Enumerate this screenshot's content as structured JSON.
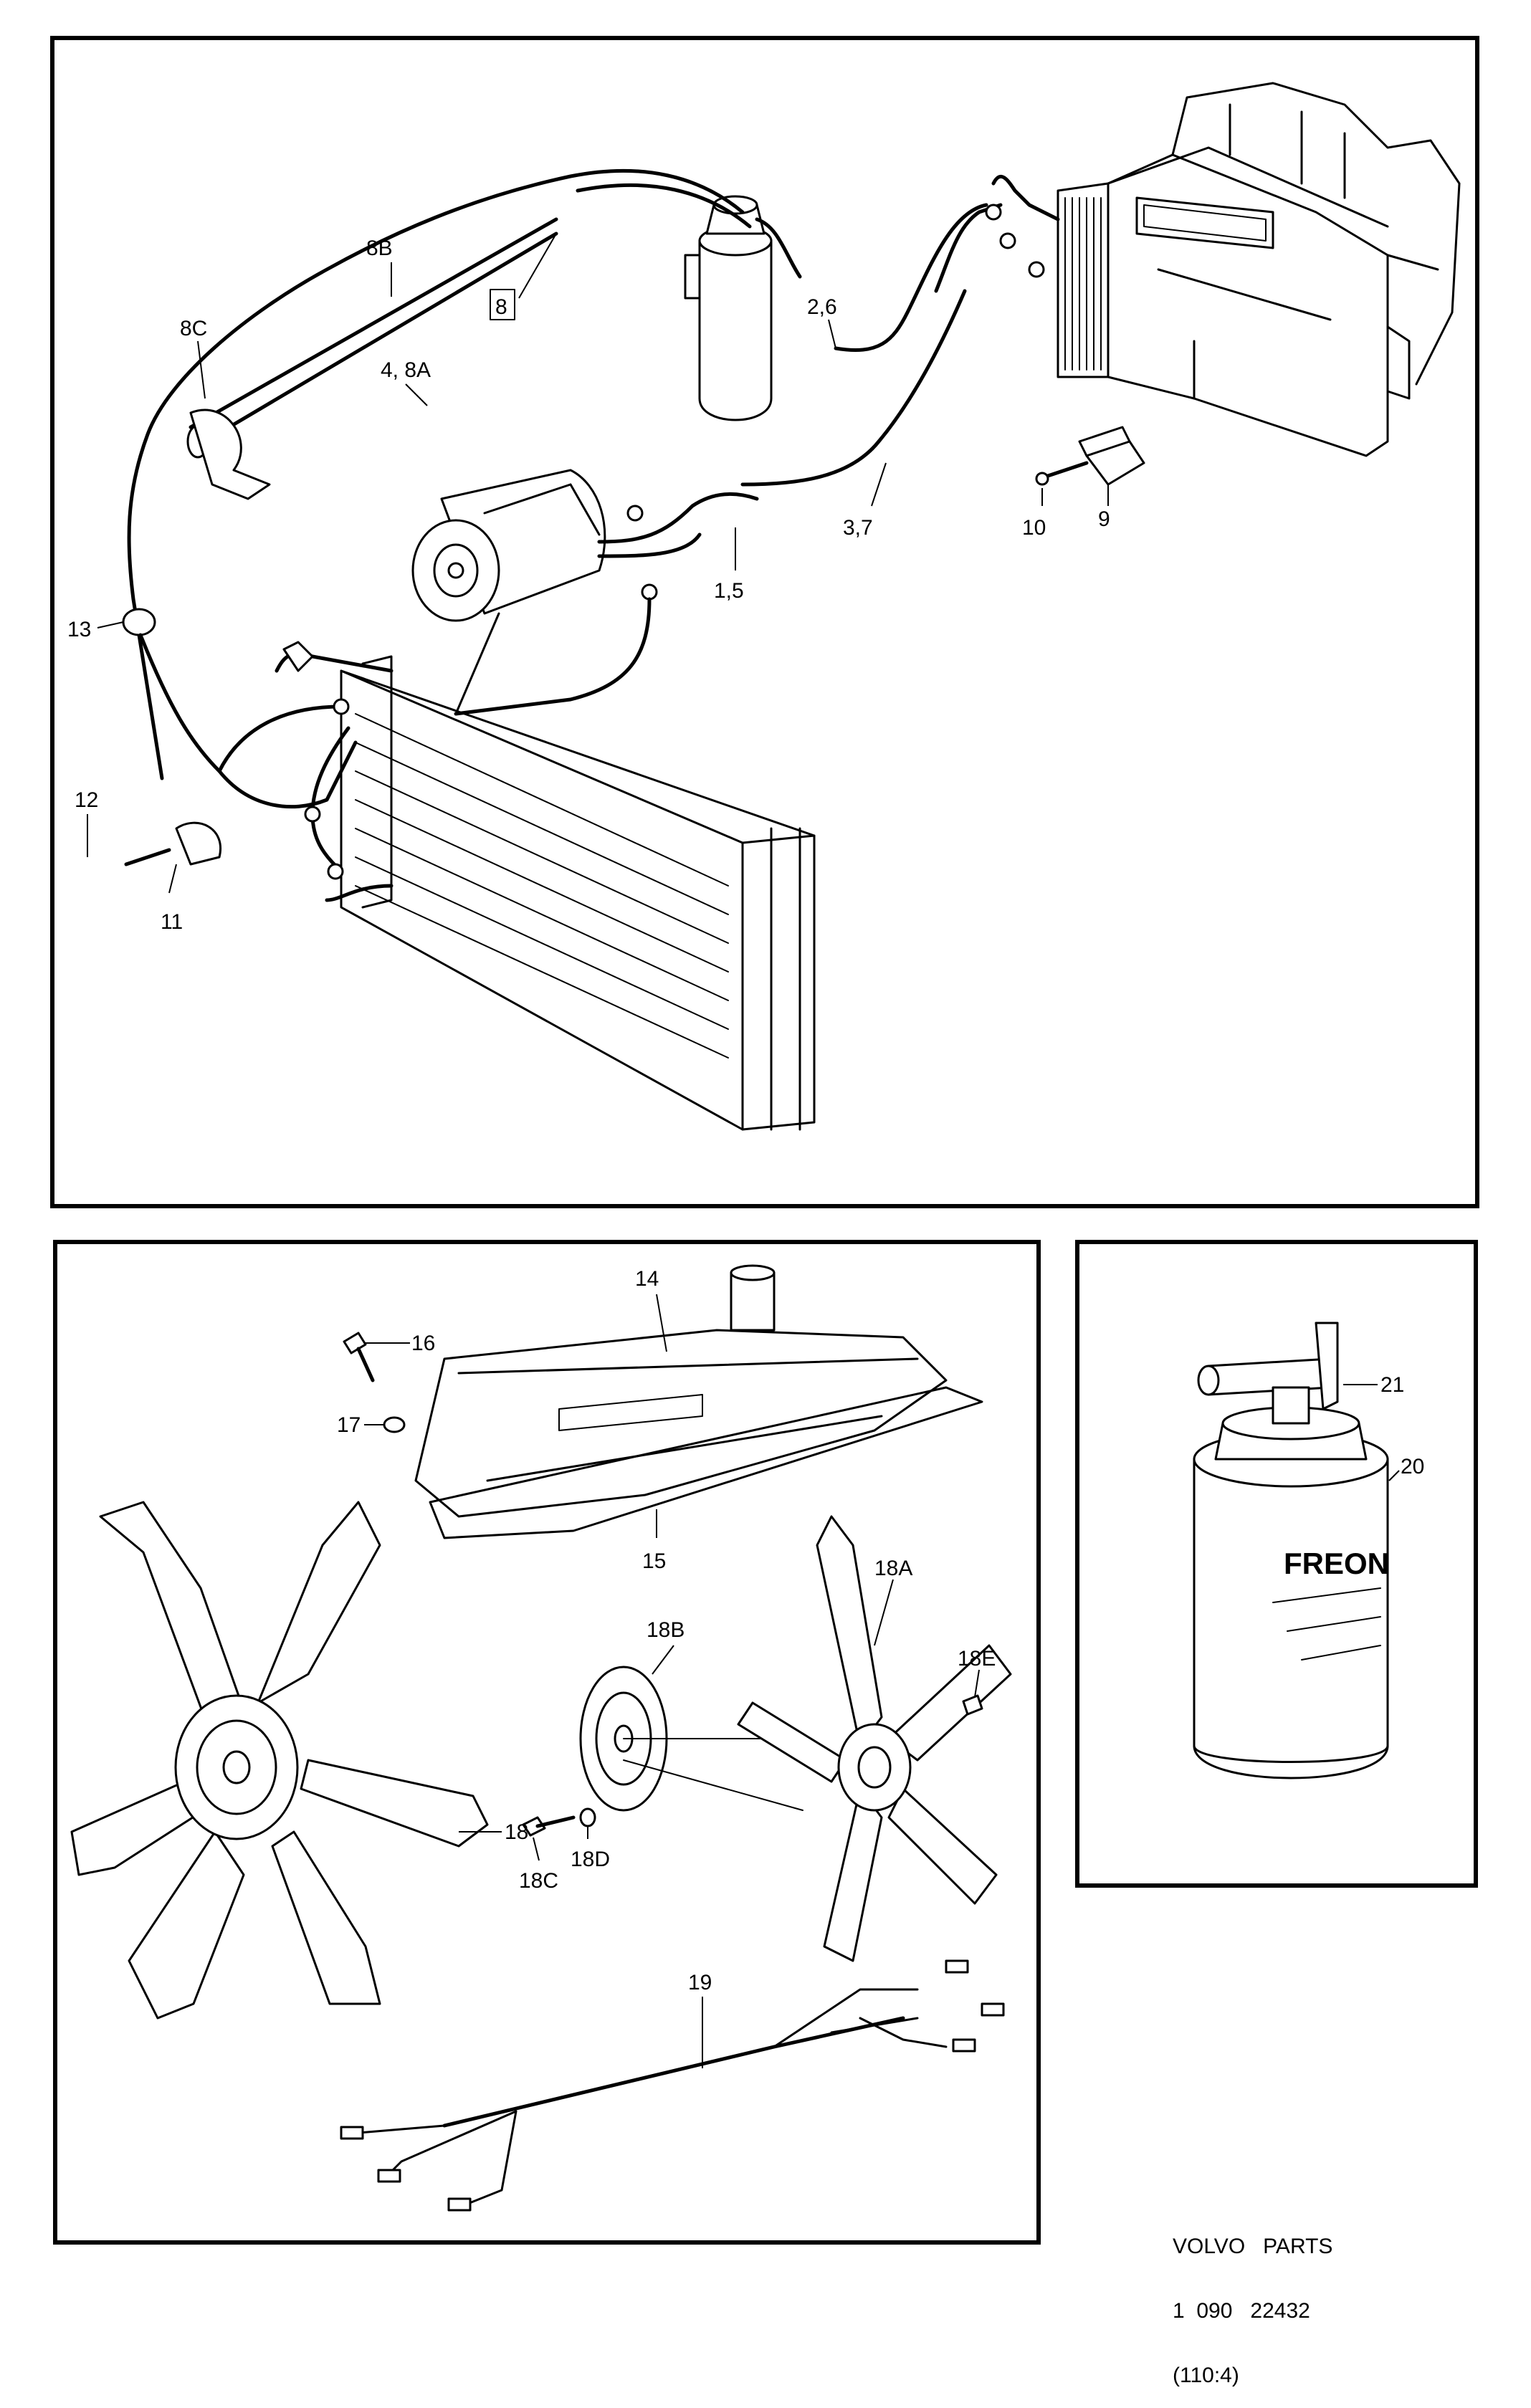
{
  "top_panel": {
    "callouts": [
      "8B",
      "8C",
      "8",
      "4, 8A",
      "2,6",
      "3,7",
      "10",
      "9",
      "1,5",
      "13",
      "12",
      "11"
    ]
  },
  "bottom_left_panel": {
    "callouts": [
      "14",
      "16",
      "17",
      "15",
      "18A",
      "18B",
      "18E",
      "18C",
      "18D",
      "18",
      "19"
    ]
  },
  "bottom_right_panel": {
    "callouts": [
      "21",
      "20"
    ],
    "can_text": "FREON"
  },
  "footer": {
    "line1": "VOLVO   PARTS",
    "line2": "1  090   22432",
    "line3": "(110:4)"
  }
}
